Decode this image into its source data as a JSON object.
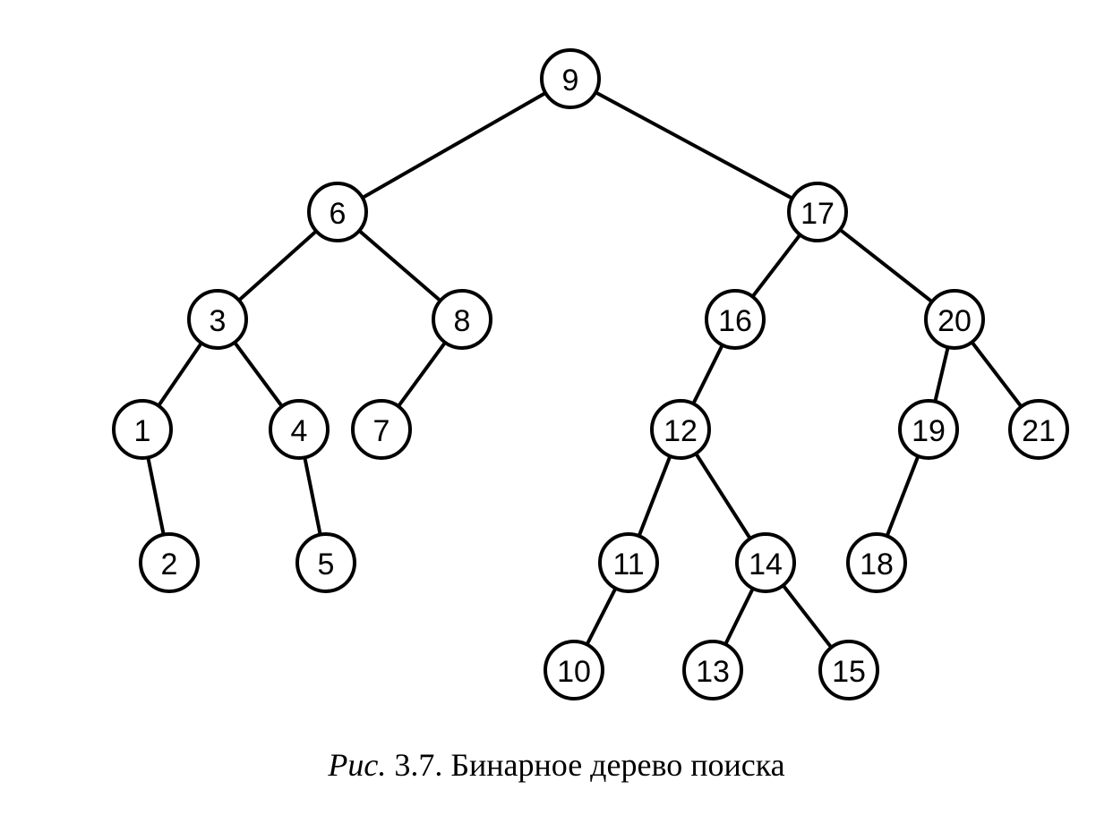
{
  "diagram": {
    "type": "binary-search-tree",
    "nodes": [
      {
        "id": "n9",
        "label": "9"
      },
      {
        "id": "n6",
        "label": "6"
      },
      {
        "id": "n17",
        "label": "17"
      },
      {
        "id": "n3",
        "label": "3"
      },
      {
        "id": "n8",
        "label": "8"
      },
      {
        "id": "n16",
        "label": "16"
      },
      {
        "id": "n20",
        "label": "20"
      },
      {
        "id": "n1",
        "label": "1"
      },
      {
        "id": "n4",
        "label": "4"
      },
      {
        "id": "n7",
        "label": "7"
      },
      {
        "id": "n12",
        "label": "12"
      },
      {
        "id": "n19",
        "label": "19"
      },
      {
        "id": "n21",
        "label": "21"
      },
      {
        "id": "n2",
        "label": "2"
      },
      {
        "id": "n5",
        "label": "5"
      },
      {
        "id": "n11",
        "label": "11"
      },
      {
        "id": "n14",
        "label": "14"
      },
      {
        "id": "n18",
        "label": "18"
      },
      {
        "id": "n10",
        "label": "10"
      },
      {
        "id": "n13",
        "label": "13"
      },
      {
        "id": "n15",
        "label": "15"
      }
    ],
    "edges": [
      [
        "n9",
        "n6"
      ],
      [
        "n9",
        "n17"
      ],
      [
        "n6",
        "n3"
      ],
      [
        "n6",
        "n8"
      ],
      [
        "n17",
        "n16"
      ],
      [
        "n17",
        "n20"
      ],
      [
        "n3",
        "n1"
      ],
      [
        "n3",
        "n4"
      ],
      [
        "n8",
        "n7"
      ],
      [
        "n16",
        "n12"
      ],
      [
        "n20",
        "n19"
      ],
      [
        "n20",
        "n21"
      ],
      [
        "n1",
        "n2"
      ],
      [
        "n4",
        "n5"
      ],
      [
        "n12",
        "n11"
      ],
      [
        "n12",
        "n14"
      ],
      [
        "n19",
        "n18"
      ],
      [
        "n11",
        "n10"
      ],
      [
        "n14",
        "n13"
      ],
      [
        "n14",
        "n15"
      ]
    ]
  },
  "caption": {
    "prefix": "Рис.",
    "text": " 3.7. Бинарное дерево поиска"
  }
}
